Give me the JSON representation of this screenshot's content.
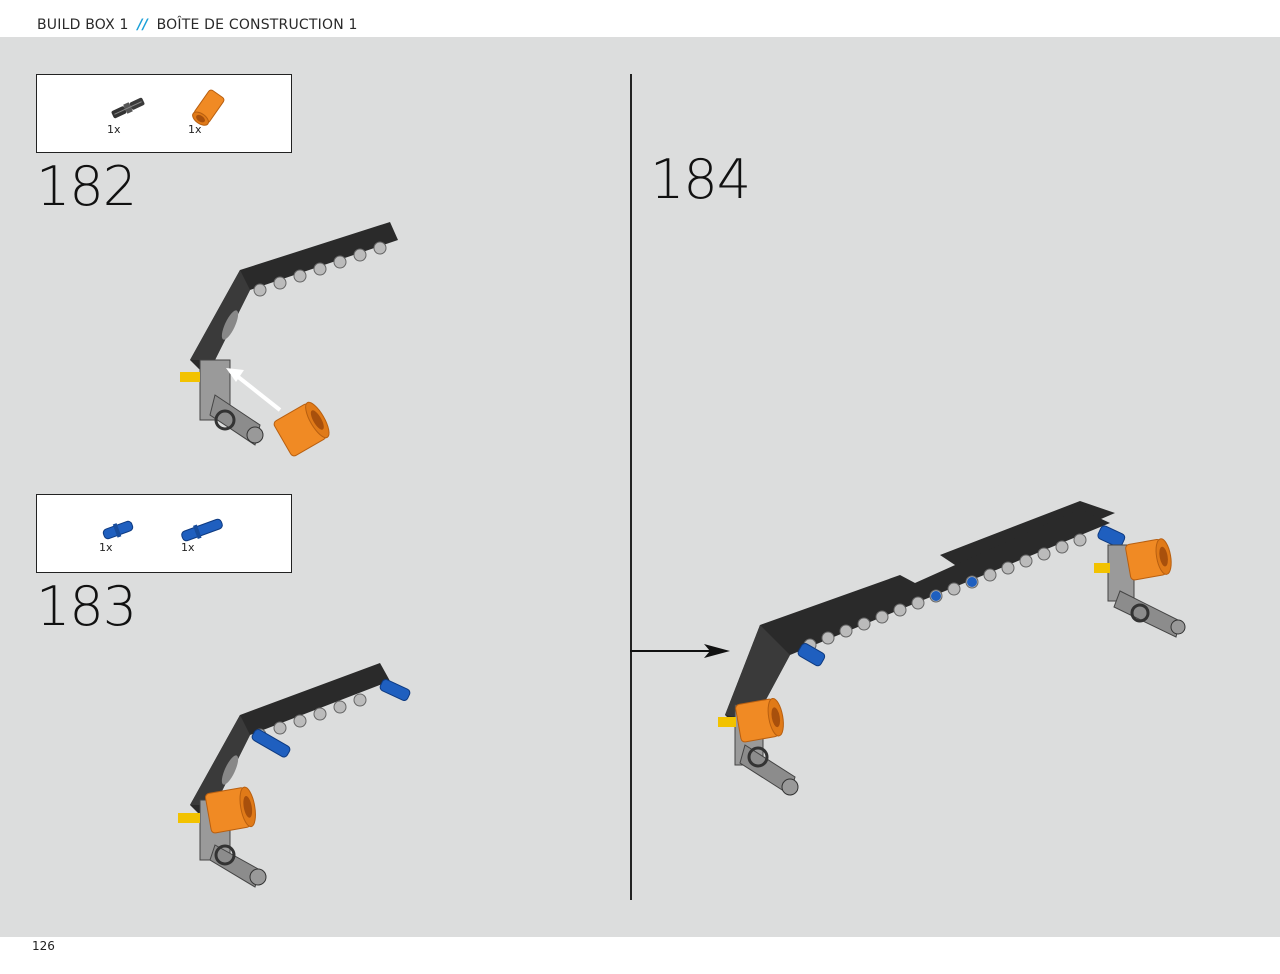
{
  "header": {
    "title_en": "BUILD BOX 1",
    "separator": "//",
    "title_fr": "BOÎTE DE CONSTRUCTION 1"
  },
  "colors": {
    "accent": "#1aa0d8",
    "background": "#dcdddd",
    "beam_black": "#2a2a2a",
    "beam_grey": "#8c8c8c",
    "orange": "#f08a24",
    "blue": "#1f5fbf",
    "yellow": "#f2c200"
  },
  "steps": [
    {
      "number": "182",
      "parts": [
        {
          "icon": "black-axle-pin-icon",
          "qty": "1x"
        },
        {
          "icon": "orange-connector-icon",
          "qty": "1x"
        }
      ]
    },
    {
      "number": "183",
      "parts": [
        {
          "icon": "blue-pin-icon",
          "qty": "1x"
        },
        {
          "icon": "blue-long-pin-icon",
          "qty": "1x"
        }
      ]
    },
    {
      "number": "184",
      "parts": []
    }
  ],
  "page_number": "126"
}
